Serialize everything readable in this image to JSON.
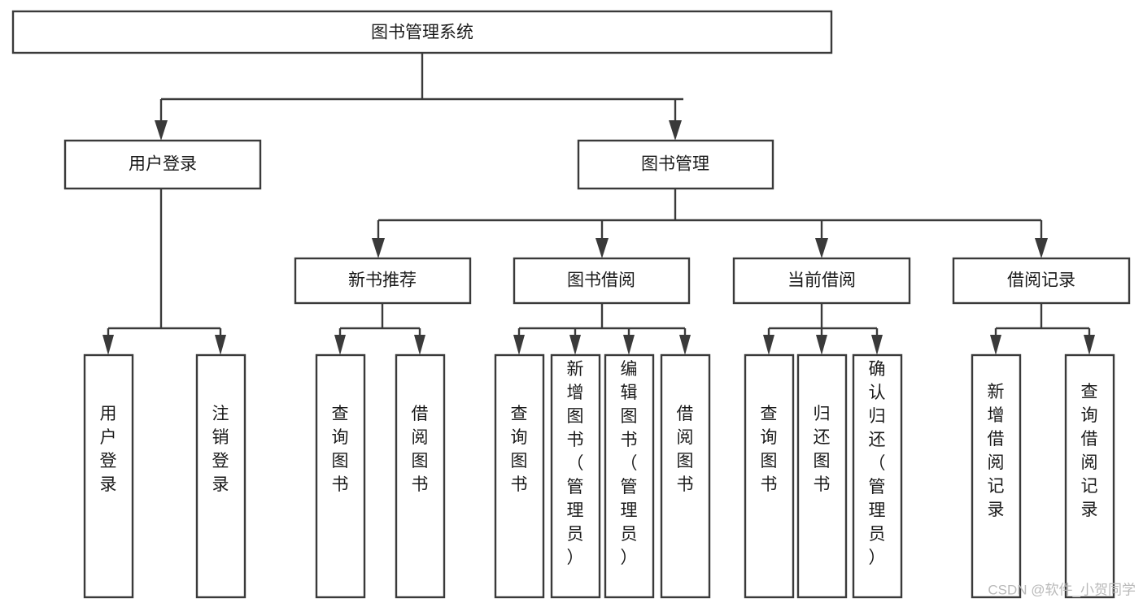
{
  "diagram": {
    "title": "图书管理系统",
    "type": "functional-structure-tree",
    "orientation": "top-down",
    "root": {
      "id": "root",
      "label": "图书管理系统",
      "text_orientation": "horizontal"
    },
    "level1": [
      {
        "id": "user-login",
        "label": "用户登录",
        "text_orientation": "horizontal"
      },
      {
        "id": "book-management",
        "label": "图书管理",
        "text_orientation": "horizontal"
      }
    ],
    "level2": [
      {
        "id": "new-book-recommend",
        "label": "新书推荐",
        "text_orientation": "horizontal",
        "parent": "book-management"
      },
      {
        "id": "book-borrow",
        "label": "图书借阅",
        "text_orientation": "horizontal",
        "parent": "book-management"
      },
      {
        "id": "current-borrow",
        "label": "当前借阅",
        "text_orientation": "horizontal",
        "parent": "book-management"
      },
      {
        "id": "borrow-record",
        "label": "借阅记录",
        "text_orientation": "horizontal",
        "parent": "book-management"
      }
    ],
    "leaves": [
      {
        "id": "leaf-user-login",
        "parent": "user-login",
        "lines": [
          "用",
          "户",
          "登",
          "录"
        ],
        "text_orientation": "vertical"
      },
      {
        "id": "leaf-user-logout",
        "parent": "user-login",
        "lines": [
          "注",
          "销",
          "登",
          "录"
        ],
        "text_orientation": "vertical"
      },
      {
        "id": "leaf-query-book-1",
        "parent": "new-book-recommend",
        "lines": [
          "查",
          "询",
          "图",
          "书"
        ],
        "text_orientation": "vertical"
      },
      {
        "id": "leaf-borrow-book-1",
        "parent": "new-book-recommend",
        "lines": [
          "借",
          "阅",
          "图",
          "书"
        ],
        "text_orientation": "vertical"
      },
      {
        "id": "leaf-query-book-2",
        "parent": "book-borrow",
        "lines": [
          "查",
          "询",
          "图",
          "书"
        ],
        "text_orientation": "vertical"
      },
      {
        "id": "leaf-add-book-admin",
        "parent": "book-borrow",
        "lines": [
          "新",
          "增",
          "图",
          "书",
          "（",
          "管",
          "理",
          "员",
          "）"
        ],
        "text_orientation": "vertical"
      },
      {
        "id": "leaf-edit-book-admin",
        "parent": "book-borrow",
        "lines": [
          "编",
          "辑",
          "图",
          "书",
          "（",
          "管",
          "理",
          "员",
          "）"
        ],
        "text_orientation": "vertical"
      },
      {
        "id": "leaf-borrow-book-2",
        "parent": "book-borrow",
        "lines": [
          "借",
          "阅",
          "图",
          "书"
        ],
        "text_orientation": "vertical"
      },
      {
        "id": "leaf-query-book-3",
        "parent": "current-borrow",
        "lines": [
          "查",
          "询",
          "图",
          "书"
        ],
        "text_orientation": "vertical"
      },
      {
        "id": "leaf-return-book",
        "parent": "current-borrow",
        "lines": [
          "归",
          "还",
          "图",
          "书"
        ],
        "text_orientation": "vertical"
      },
      {
        "id": "leaf-confirm-return-admin",
        "parent": "current-borrow",
        "lines": [
          "确",
          "认",
          "归",
          "还",
          "（",
          "管",
          "理",
          "员",
          "）"
        ],
        "text_orientation": "vertical"
      },
      {
        "id": "leaf-add-borrow-record",
        "parent": "borrow-record",
        "lines": [
          "新",
          "增",
          "借",
          "阅",
          "记",
          "录"
        ],
        "text_orientation": "vertical"
      },
      {
        "id": "leaf-query-borrow-record",
        "parent": "borrow-record",
        "lines": [
          "查",
          "询",
          "借",
          "阅",
          "记",
          "录"
        ],
        "text_orientation": "vertical"
      }
    ],
    "watermark": "CSDN @软件_小贺同学",
    "colors": {
      "stroke": "#3a3a3a",
      "box_fill": "#ffffff",
      "text": "#1a1a1a",
      "background": "#ffffff",
      "watermark": "#b9b9b9"
    }
  }
}
